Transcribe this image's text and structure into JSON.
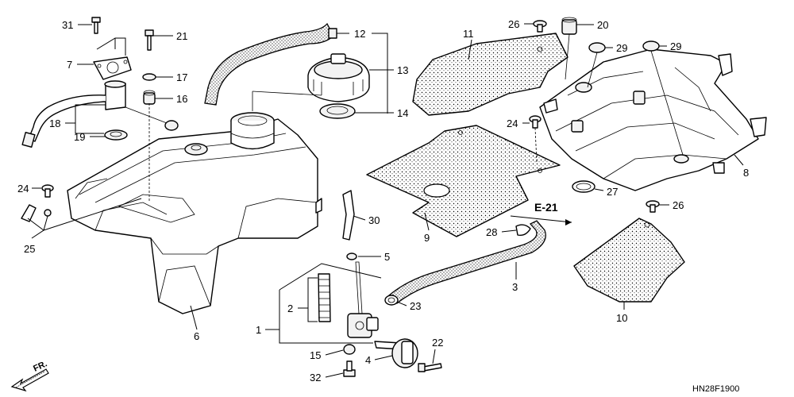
{
  "diagram": {
    "callouts": {
      "c1": "1",
      "c2": "2",
      "c3": "3",
      "c4": "4",
      "c5": "5",
      "c6": "6",
      "c7": "7",
      "c8": "8",
      "c9": "9",
      "c10": "10",
      "c11": "11",
      "c12": "12",
      "c13": "13",
      "c14": "14",
      "c15": "15",
      "c16": "16",
      "c17": "17",
      "c18": "18",
      "c19": "19",
      "c20": "20",
      "c21": "21",
      "c22": "22",
      "c23": "23",
      "c24a": "24",
      "c24b": "24",
      "c25": "25",
      "c26a": "26",
      "c26b": "26",
      "c27": "27",
      "c28": "28",
      "c29a": "29",
      "c29b": "29",
      "c30": "30",
      "c31": "31",
      "c32": "32"
    },
    "reference": "E-21",
    "front_label": "FR.",
    "figure_code": "HN28F1900"
  }
}
